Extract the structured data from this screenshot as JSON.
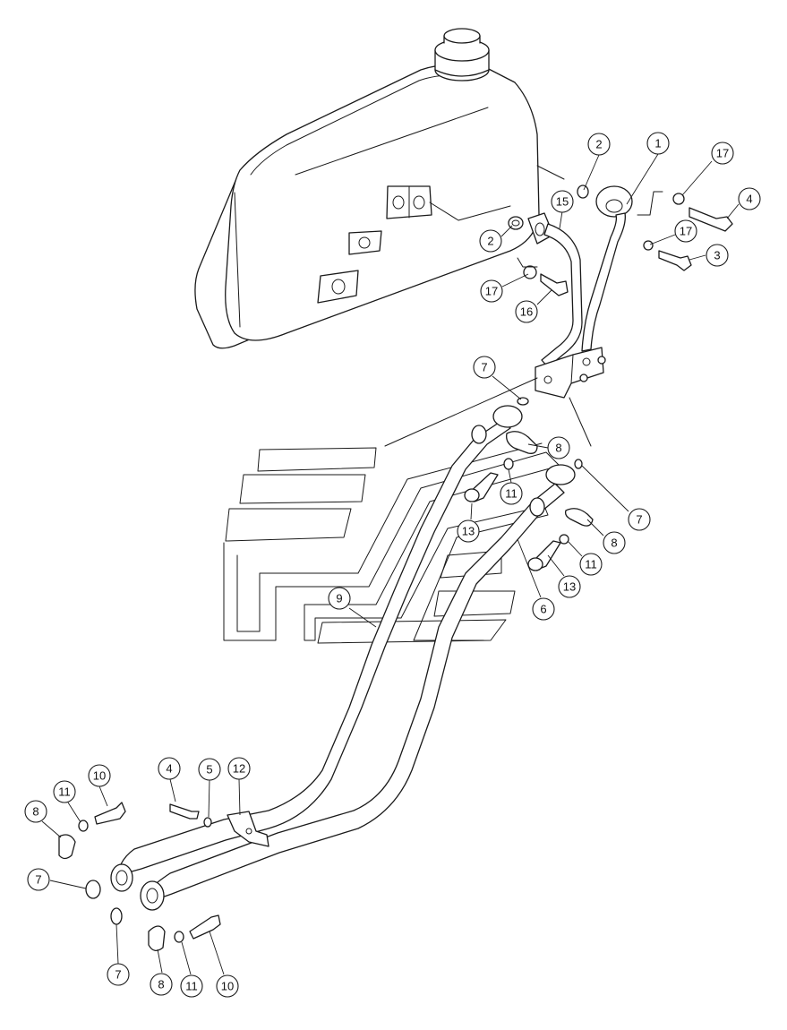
{
  "diagram": {
    "callouts": [
      {
        "number": "1"
      },
      {
        "number": "2"
      },
      {
        "number": "17"
      },
      {
        "number": "4"
      },
      {
        "number": "15"
      },
      {
        "number": "2"
      },
      {
        "number": "17"
      },
      {
        "number": "3"
      },
      {
        "number": "17"
      },
      {
        "number": "16"
      },
      {
        "number": "7"
      },
      {
        "number": "8"
      },
      {
        "number": "11"
      },
      {
        "number": "7"
      },
      {
        "number": "13"
      },
      {
        "number": "8"
      },
      {
        "number": "11"
      },
      {
        "number": "13"
      },
      {
        "number": "9"
      },
      {
        "number": "6"
      },
      {
        "number": "4"
      },
      {
        "number": "5"
      },
      {
        "number": "12"
      },
      {
        "number": "10"
      },
      {
        "number": "11"
      },
      {
        "number": "8"
      },
      {
        "number": "7"
      },
      {
        "number": "7"
      },
      {
        "number": "8"
      },
      {
        "number": "11"
      },
      {
        "number": "10"
      }
    ]
  }
}
